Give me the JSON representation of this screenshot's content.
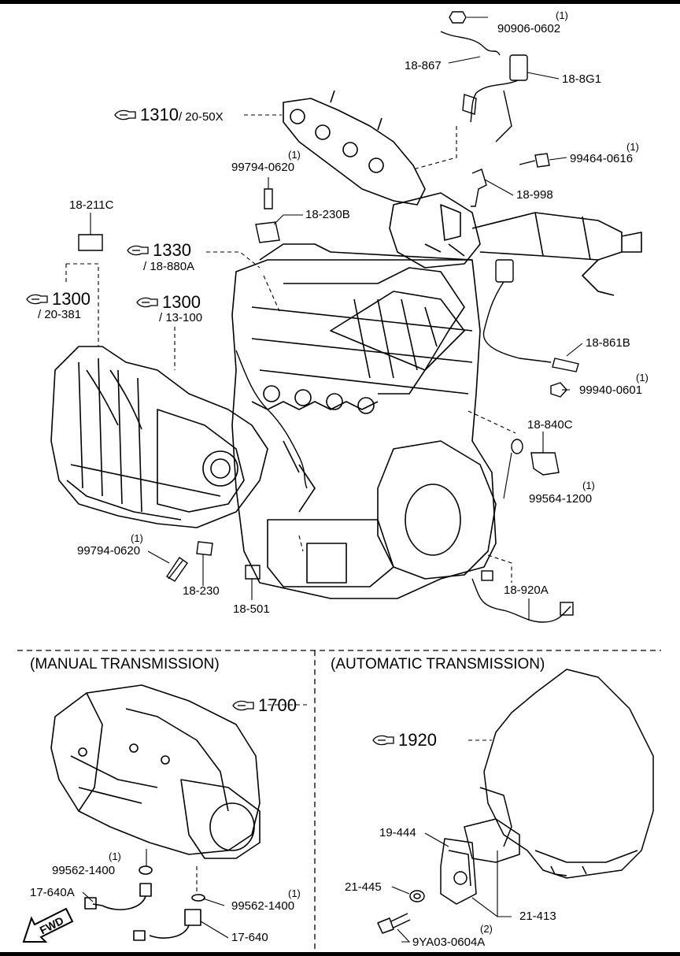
{
  "engine": {
    "refs": [
      {
        "id": "r1310",
        "num": "1310",
        "sub": "/ 20-50X"
      },
      {
        "id": "r1330",
        "num": "1330",
        "sub": "/ 18-880A"
      },
      {
        "id": "r1300a",
        "num": "1300",
        "sub": "/ 20-381"
      },
      {
        "id": "r1300b",
        "num": "1300",
        "sub": "/ 13-100"
      }
    ],
    "parts": {
      "p90906": "90906-0602",
      "q90906": "(1)",
      "p18867": "18-867",
      "p188G1": "18-8G1",
      "p99464": "99464-0616",
      "q99464": "(1)",
      "p18998": "18-998",
      "p99794a": "99794-0620",
      "q99794a": "(1)",
      "p18211C": "18-211C",
      "p18230B": "18-230B",
      "p18861B": "18-861B",
      "p99940": "99940-0601",
      "q99940": "(1)",
      "p18840C": "18-840C",
      "p99564": "99564-1200",
      "q99564": "(1)",
      "p99794b": "99794-0620",
      "q99794b": "(1)",
      "p18230": "18-230",
      "p18501": "18-501",
      "p18920A": "18-920A"
    }
  },
  "manual": {
    "title": "(MANUAL TRANSMISSION)",
    "ref": {
      "num": "1700"
    },
    "parts": {
      "p99562a": "99562-1400",
      "q99562a": "(1)",
      "p17640A": "17-640A",
      "p99562b": "99562-1400",
      "q99562b": "(1)",
      "p17640": "17-640"
    },
    "fwd_label": "FWD"
  },
  "automatic": {
    "title": "(AUTOMATIC TRANSMISSION)",
    "ref": {
      "num": "1920"
    },
    "parts": {
      "p19444": "19-444",
      "p21445": "21-445",
      "p21413": "21-413",
      "q9YA03": "(2)",
      "p9YA03": "9YA03-0604A"
    }
  },
  "icons": {
    "reference": "reference-arrow-icon",
    "forward": "forward-arrow-icon"
  }
}
